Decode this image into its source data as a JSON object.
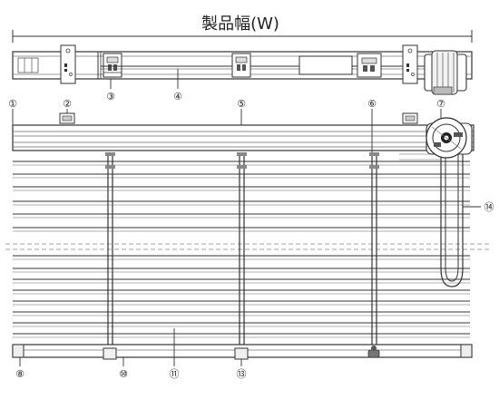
{
  "diagram": {
    "title": "製品幅(W)",
    "callouts": [
      {
        "id": "c1",
        "label": "①"
      },
      {
        "id": "c2",
        "label": "②"
      },
      {
        "id": "c3",
        "label": "③"
      },
      {
        "id": "c4",
        "label": "④"
      },
      {
        "id": "c5",
        "label": "⑤"
      },
      {
        "id": "c6",
        "label": "⑥"
      },
      {
        "id": "c7",
        "label": "⑦"
      },
      {
        "id": "c8",
        "label": "⑧"
      },
      {
        "id": "c10",
        "label": "⑩"
      },
      {
        "id": "c11",
        "label": "⑪"
      },
      {
        "id": "c13",
        "label": "⑬"
      },
      {
        "id": "c14",
        "label": "⑭"
      }
    ],
    "colors": {
      "line": "#333333",
      "light": "#9a9a9a",
      "fill": "#e8e8e8"
    }
  }
}
